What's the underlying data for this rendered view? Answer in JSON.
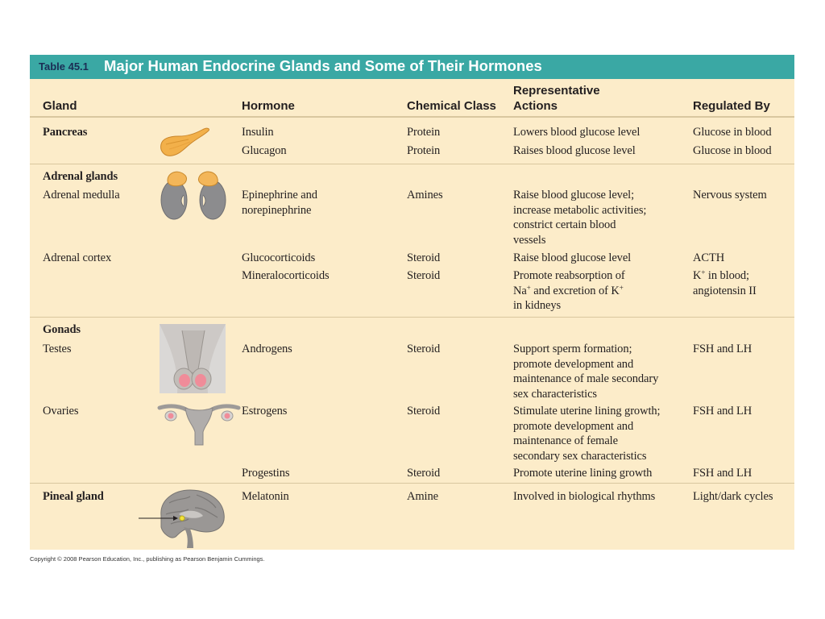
{
  "table": {
    "number": "Table 45.1",
    "title": "Major Human Endocrine Glands and Some of Their Hormones",
    "headers": {
      "gland": "Gland",
      "hormone": "Hormone",
      "chemical_class": "Chemical Class",
      "actions": "Representative\nActions",
      "regulated_by": "Regulated By"
    },
    "pancreas": {
      "gland": "Pancreas",
      "rows": [
        {
          "hormone": "Insulin",
          "class": "Protein",
          "action": "Lowers blood glucose level",
          "regulated": "Glucose in blood"
        },
        {
          "hormone": "Glucagon",
          "class": "Protein",
          "action": "Raises blood glucose level",
          "regulated": "Glucose in blood"
        }
      ]
    },
    "adrenal": {
      "group": "Adrenal glands",
      "medulla": {
        "gland": "Adrenal medulla",
        "hormone": "Epinephrine and\nnorepinephrine",
        "class": "Amines",
        "action": "Raise blood glucose level;\nincrease metabolic activities;\nconstrict certain blood\nvessels",
        "regulated": "Nervous system"
      },
      "cortex": {
        "gland": "Adrenal cortex",
        "rows": [
          {
            "hormone": "Glucocorticoids",
            "class": "Steroid",
            "action": "Raise blood glucose level",
            "regulated": "ACTH"
          },
          {
            "hormone": "Mineralocorticoids",
            "class": "Steroid",
            "action_line1": "Promote reabsorption of",
            "action_na": "Na",
            "action_plus": "+",
            "action_mid": " and excretion of K",
            "action_line3": "in kidneys",
            "reg_k": "K",
            "reg_rest": " in blood;",
            "reg_line2": "angiotensin II"
          }
        ]
      }
    },
    "gonads": {
      "group": "Gonads",
      "testes": {
        "gland": "Testes",
        "hormone": "Androgens",
        "class": "Steroid",
        "action": "Support sperm formation;\npromote development and\nmaintenance of male secondary\nsex characteristics",
        "regulated": "FSH and LH"
      },
      "ovaries": {
        "gland": "Ovaries",
        "hormone": "Estrogens",
        "class": "Steroid",
        "action": "Stimulate uterine lining growth;\npromote development and\nmaintenance of female\nsecondary sex characteristics",
        "regulated": "FSH and LH"
      },
      "progestins": {
        "hormone": "Progestins",
        "class": "Steroid",
        "action": "Promote uterine lining growth",
        "regulated": "FSH and LH"
      }
    },
    "pineal": {
      "gland": "Pineal gland",
      "hormone": "Melatonin",
      "class": "Amine",
      "action": "Involved in biological rhythms",
      "regulated": "Light/dark cycles"
    }
  },
  "illustrations": {
    "pancreas": "pancreas-illustration",
    "adrenal": "kidneys-adrenal-illustration",
    "testes": "testes-illustration",
    "ovaries": "uterus-ovaries-illustration",
    "brain": "brain-pineal-illustration"
  },
  "colors": {
    "title_bar": "#3aa8a4",
    "table_background": "#fcecc9",
    "title_number": "#1b2d54"
  },
  "footer": {
    "copyright": "Copyright © 2008 Pearson Education, Inc., publishing as Pearson Benjamin Cummings."
  }
}
